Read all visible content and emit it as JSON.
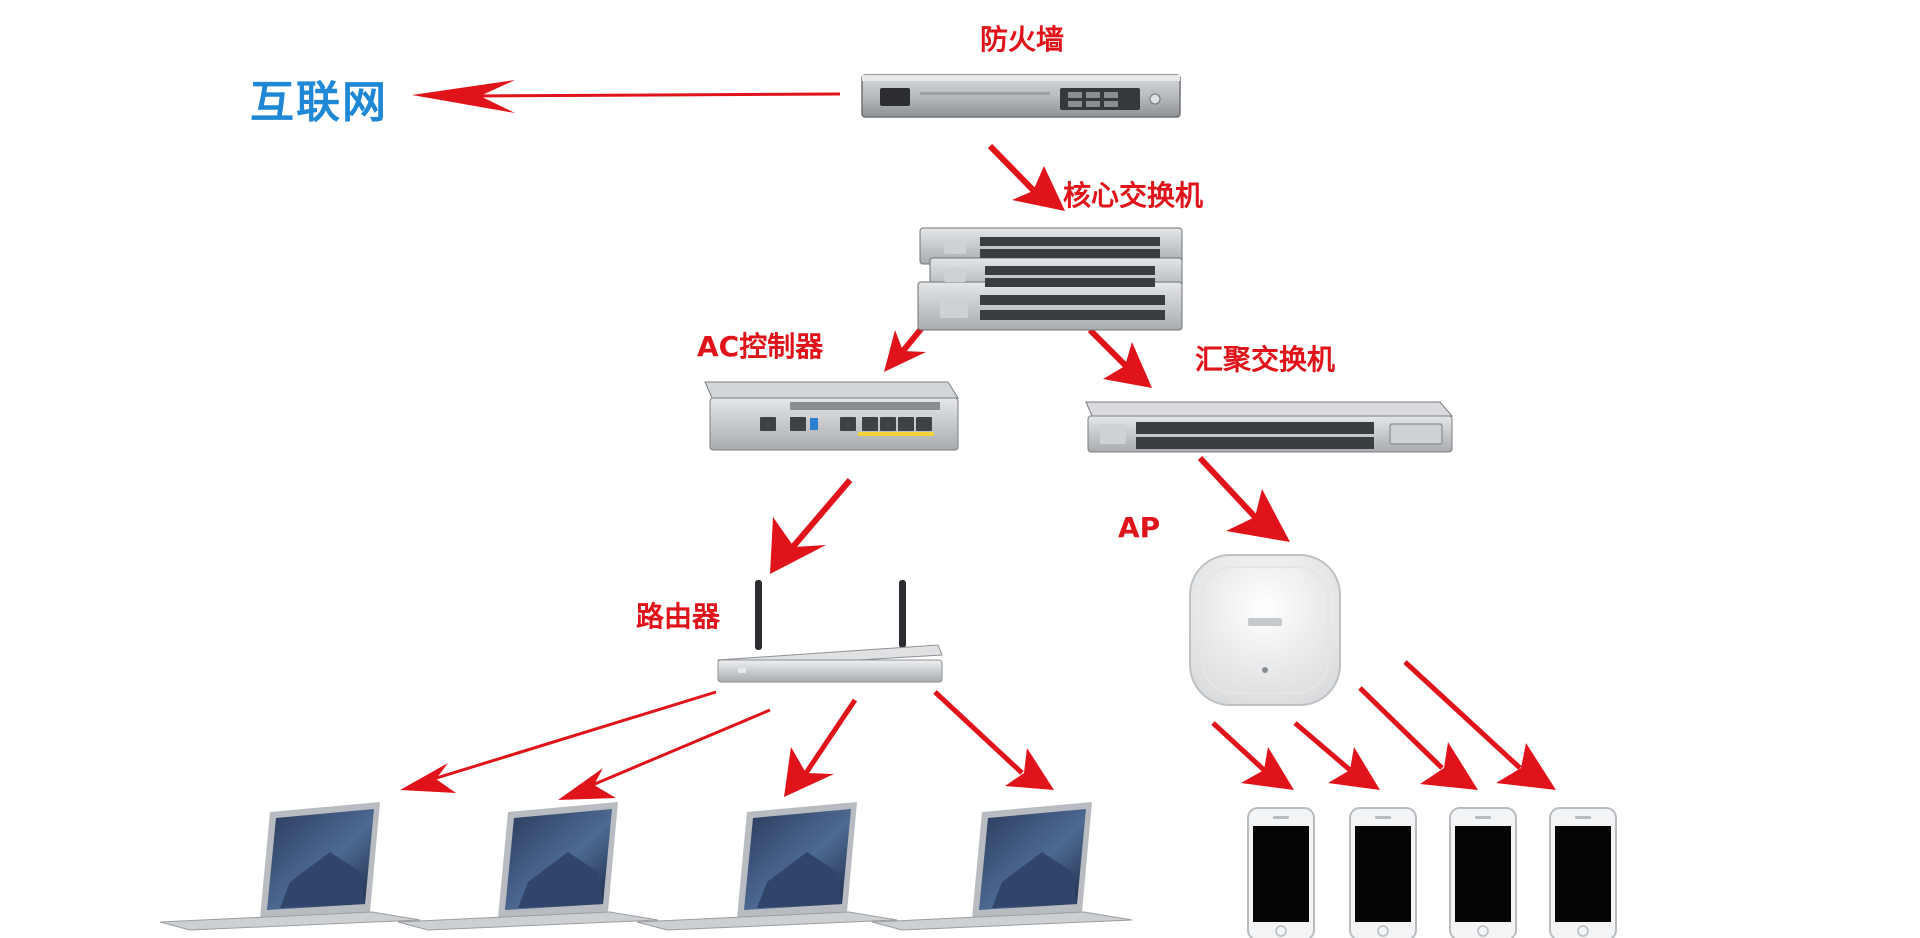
{
  "labels": {
    "internet": "互联网",
    "firewall": "防火墙",
    "core_switch": "核心交换机",
    "ac_controller": "AC控制器",
    "aggregation_switch": "汇聚交换机",
    "ap": "AP",
    "router": "路由器"
  },
  "colors": {
    "arrow": "#e0131a",
    "label_red": "#e0131a",
    "internet_blue": "#1e88d6"
  },
  "devices": {
    "laptops": 4,
    "phones": 4
  }
}
